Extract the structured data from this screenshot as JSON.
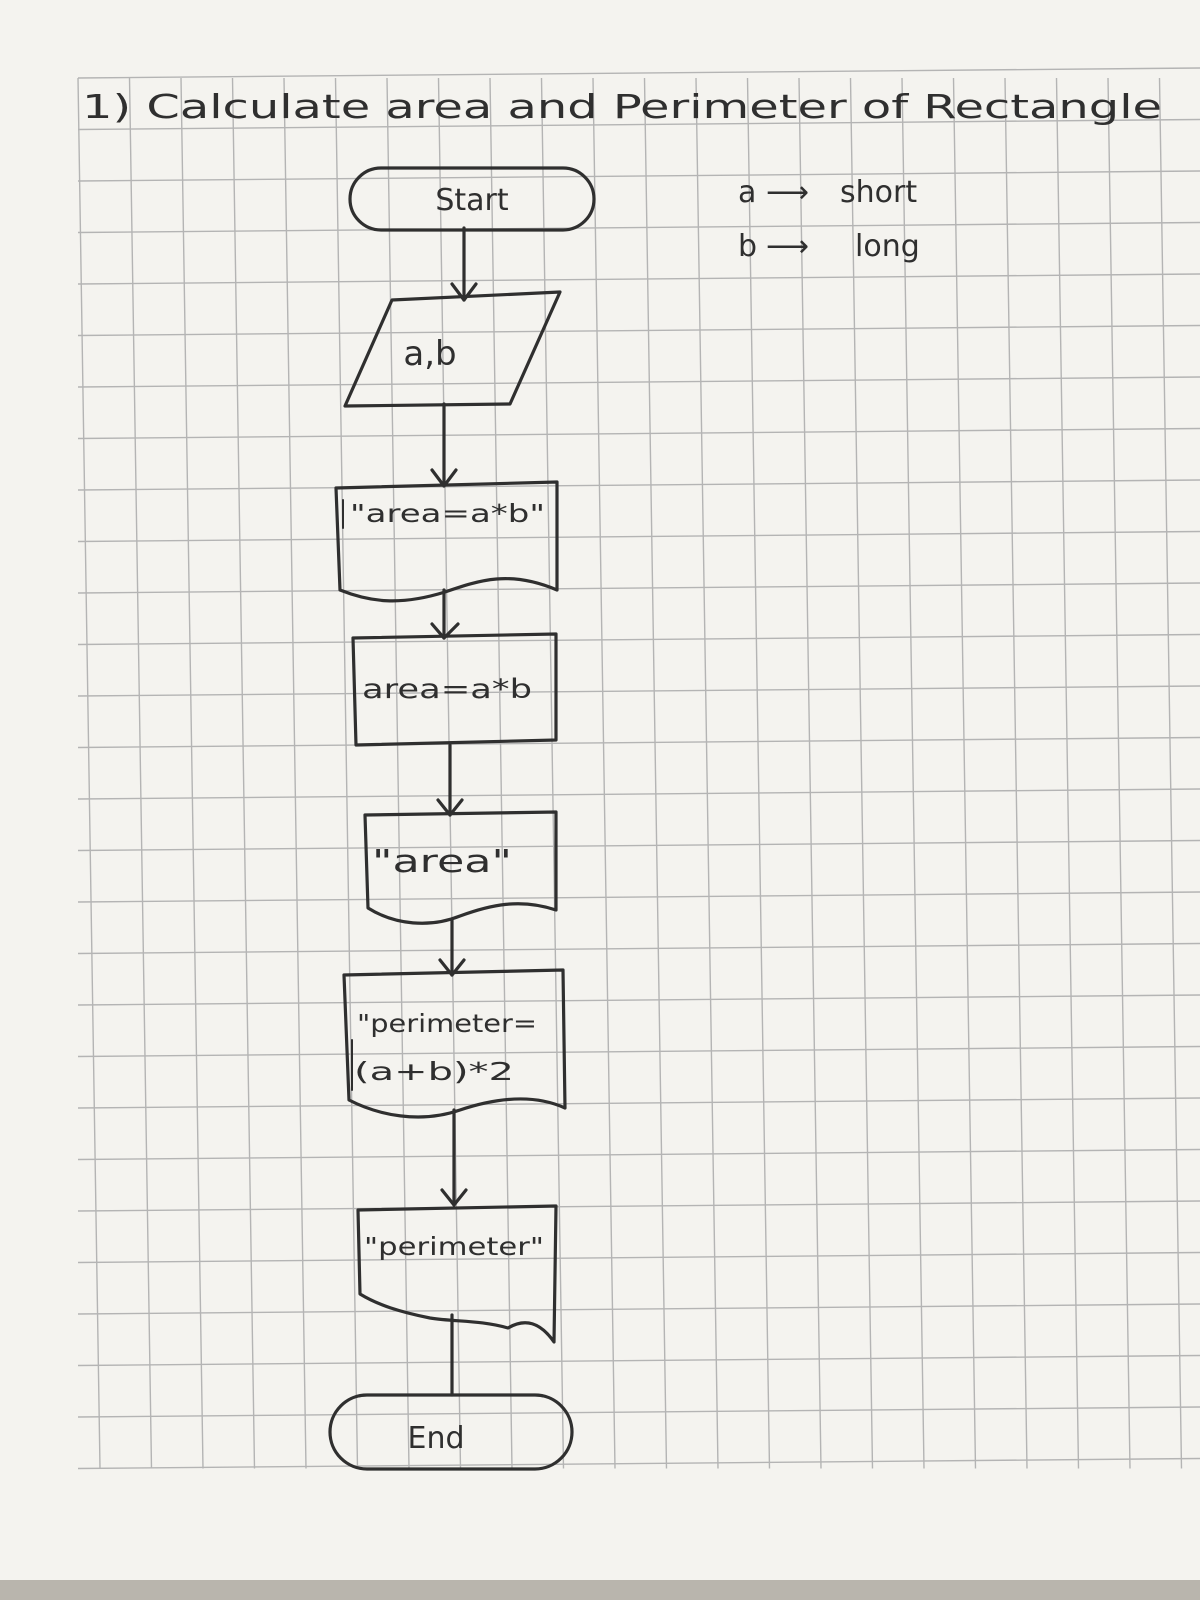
{
  "title": "1) Calculate area and Perimeter of Rectangle",
  "legend": [
    {
      "symbol": "a",
      "meaning": "short"
    },
    {
      "symbol": "b",
      "meaning": "long"
    }
  ],
  "flowchart": {
    "start": "Start",
    "input": "a,b",
    "output_area_label": "\"area=a*b\"",
    "process": "area=a*b",
    "output_area": "\"area\"",
    "output_perimeter_label": [
      "\"perimeter=",
      "(a+b)*2"
    ],
    "output_perimeter": "\"perimeter\"",
    "end": "End"
  },
  "colors": {
    "paper": "#f4f3ef",
    "grid": "#b4b4b4",
    "pencil": "#2f2f2f"
  }
}
